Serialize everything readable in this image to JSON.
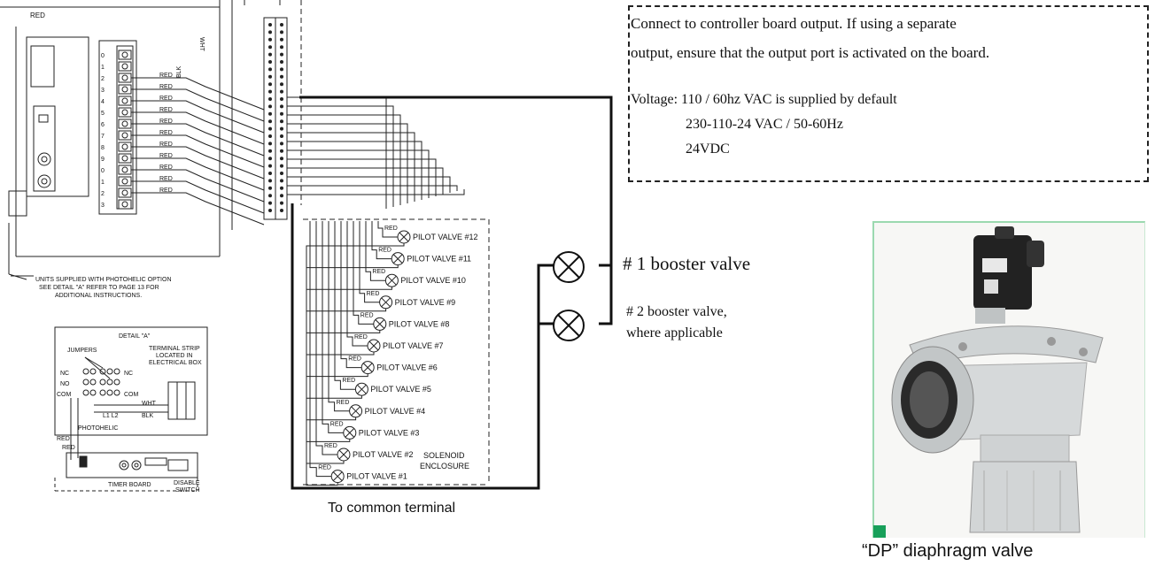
{
  "notes": {
    "line1": "Connect to controller board output. If using a separate",
    "line2": "output, ensure that the output port is activated on the board.",
    "voltage": "Voltage: 110 / 60hz VAC is supplied by default",
    "option1": "230-110-24 VAC / 50-60Hz",
    "option2": "24VDC"
  },
  "booster": {
    "valve1": "# 1 booster valve",
    "valve2_line1": "# 2 booster valve,",
    "valve2_line2": "where applicable"
  },
  "pilot_valves": [
    "PILOT VALVE #12",
    "PILOT VALVE #11",
    "PILOT VALVE #10",
    "PILOT VALVE #9",
    "PILOT VALVE #8",
    "PILOT VALVE #7",
    "PILOT VALVE #6",
    "PILOT VALVE #5",
    "PILOT VALVE #4",
    "PILOT VALVE #3",
    "PILOT VALVE #2",
    "PILOT VALVE #1"
  ],
  "wire_labels": {
    "red": "RED",
    "blk": "BLK",
    "wht": "WHT"
  },
  "solenoid": {
    "line1": "SOLENOID",
    "line2": "ENCLOSURE"
  },
  "photohelic_note": {
    "line1": "UNITS SUPPLIED WITH PHOTOHELIC OPTION",
    "line2": "SEE DETAIL \"A\" REFER TO PAGE 13 FOR",
    "line3": "ADDITIONAL INSTRUCTIONS."
  },
  "detail": {
    "title": "DETAIL \"A\"",
    "jumpers": "JUMPERS",
    "terminal_strip_1": "TERMINAL STRIP",
    "terminal_strip_2": "LOCATED IN",
    "terminal_strip_3": "ELECTRICAL BOX",
    "nc": "NC",
    "no": "NO",
    "com": "COM",
    "l1l2": "L1 L2",
    "wht": "WHT",
    "blk": "BLK",
    "red": "RED",
    "photohelic": "PHOTOHELIC",
    "timer_board": "TIMER BOARD",
    "disable_1": "DISABLE",
    "disable_2": "SWITCH"
  },
  "common_terminal": "To common terminal",
  "valve_caption": "“DP” diaphragm valve",
  "colors": {
    "line": "#111111",
    "photo_border": "#9bd9b0",
    "marker": "#18a05a"
  }
}
